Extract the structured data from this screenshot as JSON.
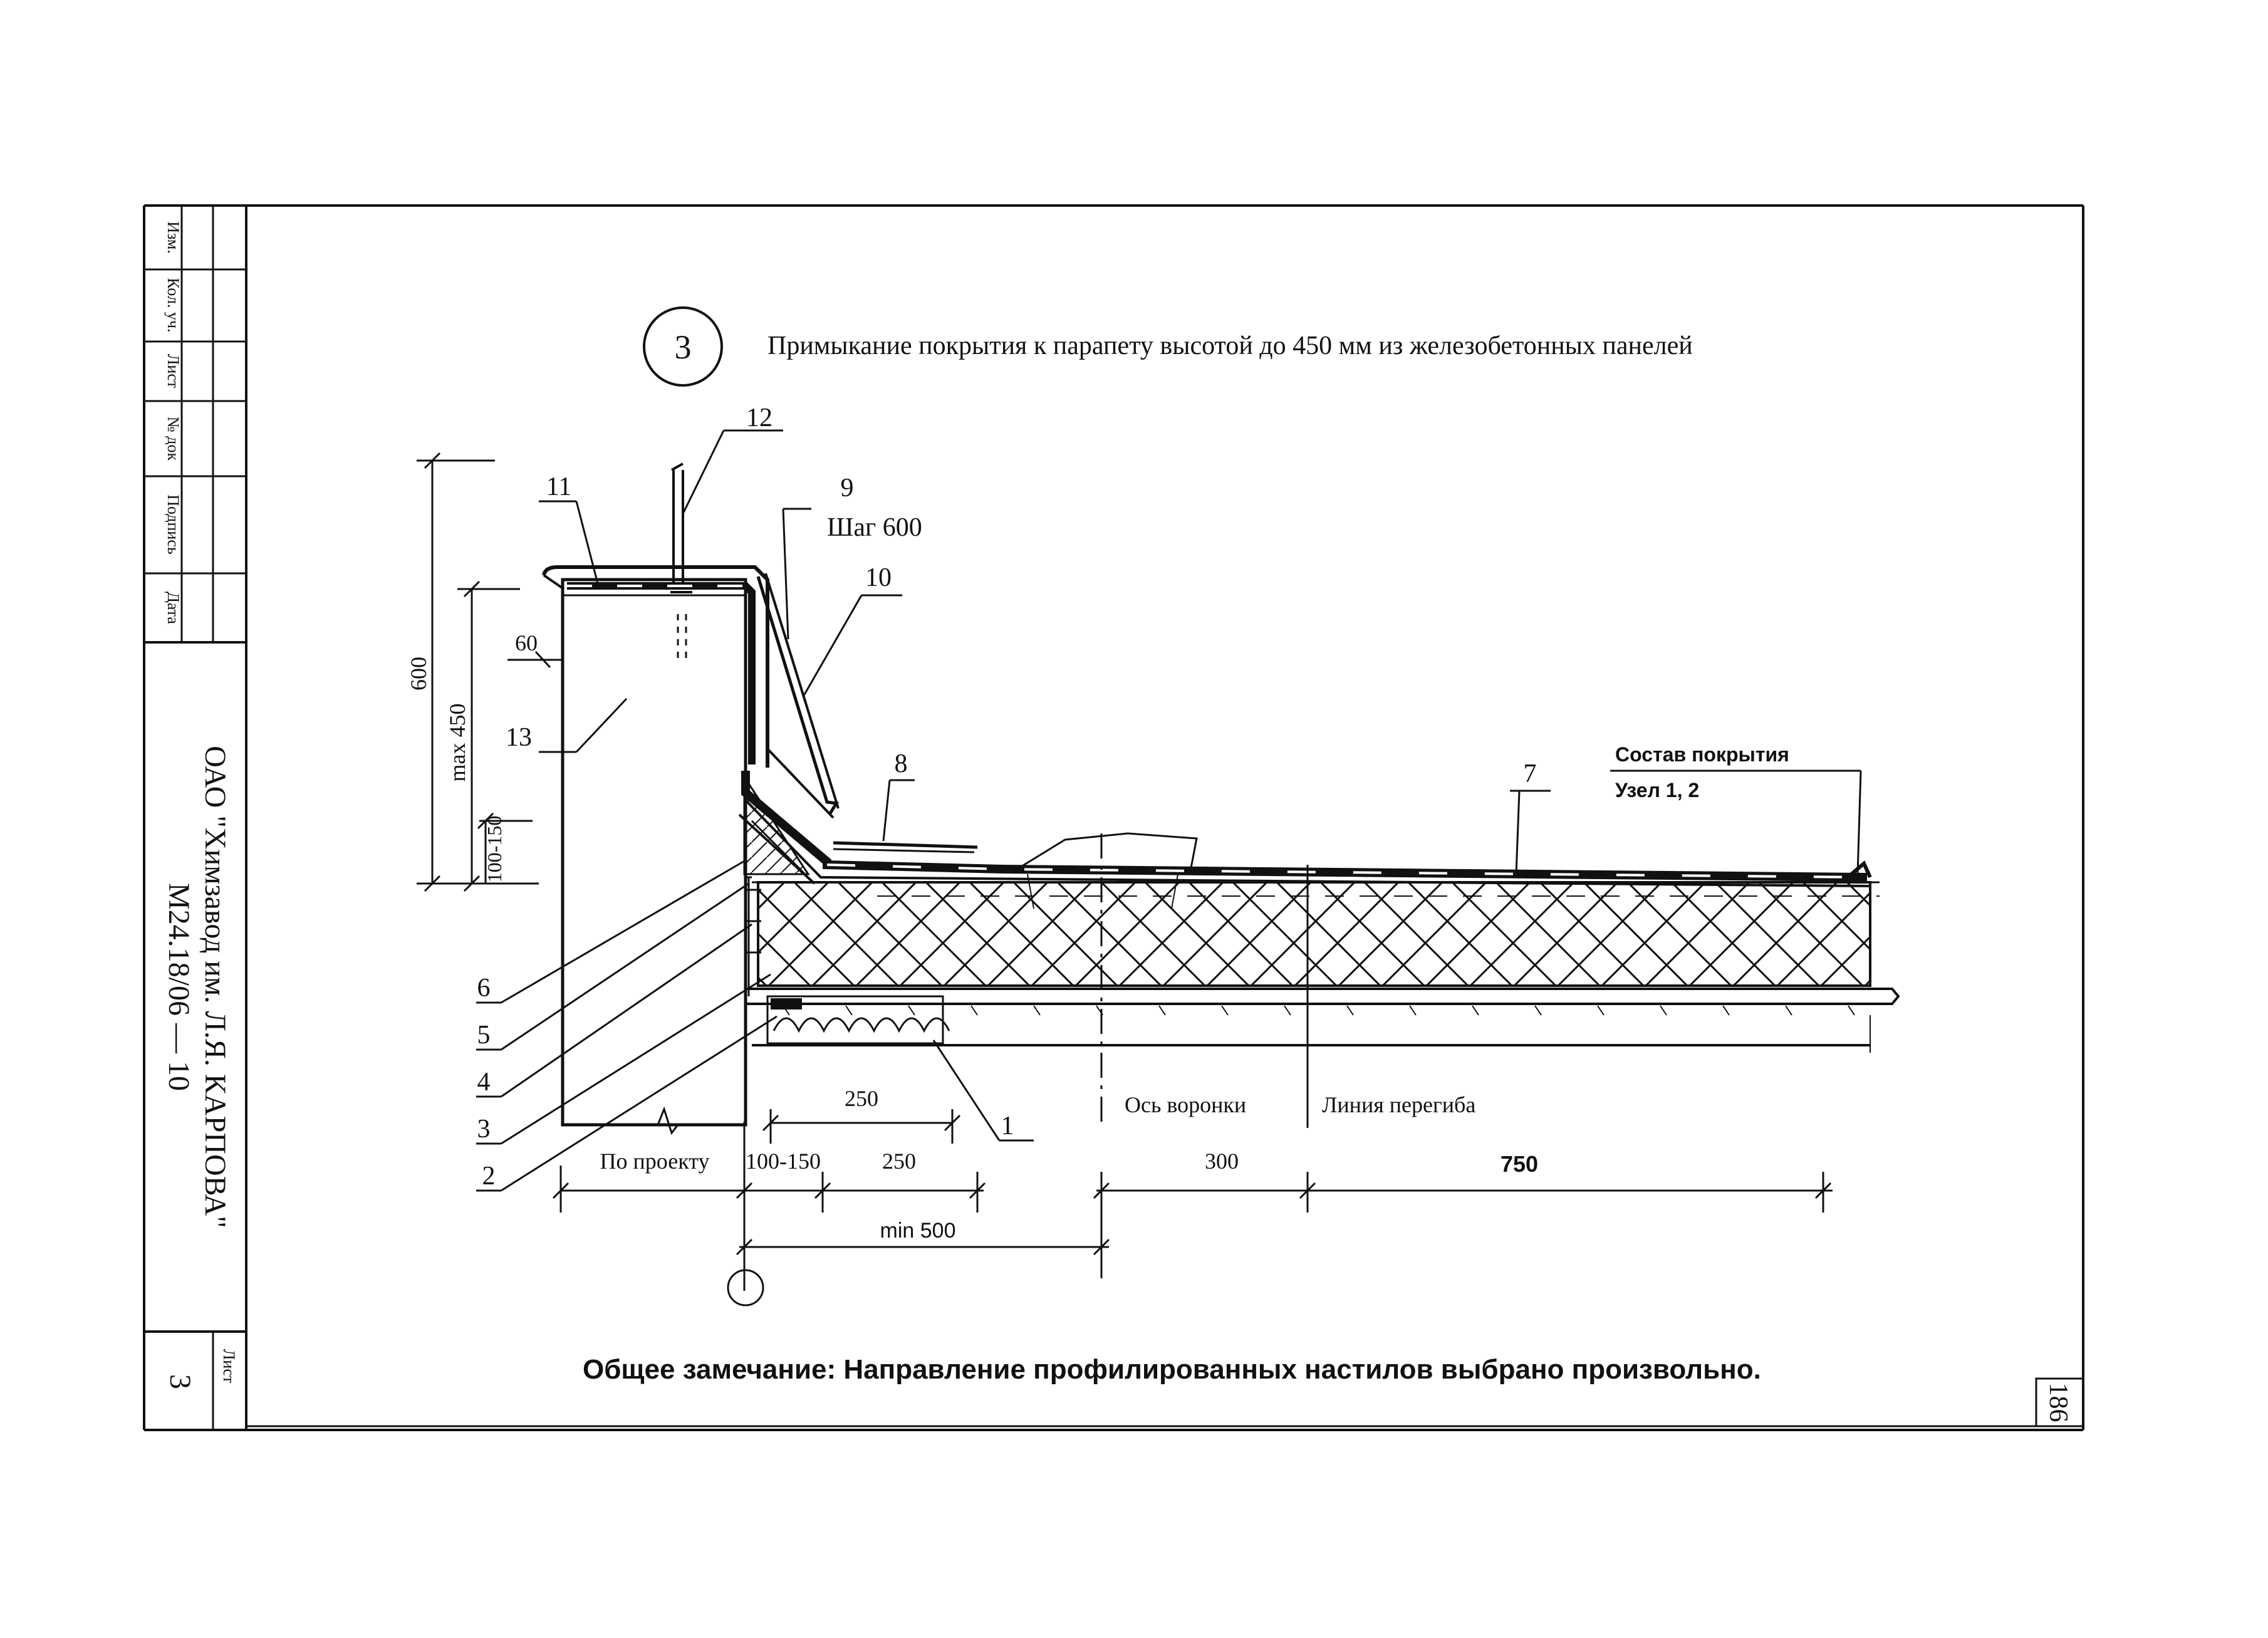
{
  "detail_number": "3",
  "title": "Примыкание покрытия к парапету высотой до 450 мм из железобетонных панелей",
  "stamp": {
    "rows": [
      "Изм.",
      "Кол. уч.",
      "Лист",
      "№ док",
      "Подпись",
      "Дата"
    ],
    "org_line1": "ОАО \"Химзавод им. Л.Я. КАРПОВА\"",
    "org_line2": "М24.18/06 — 10",
    "sheet_label": "Лист",
    "sheet_number": "3"
  },
  "callouts": {
    "c1": "1",
    "c2": "2",
    "c3": "3",
    "c4": "4",
    "c5": "5",
    "c6": "6",
    "c7": "7",
    "c8": "8",
    "c9": "9",
    "c9_note": "Шаг 600",
    "c10": "10",
    "c11": "11",
    "c12": "12",
    "c13": "13"
  },
  "composition": {
    "title": "Состав покрытия",
    "ref": "Узел 1, 2"
  },
  "dimensions": {
    "d600": "600",
    "dmax450": "max 450",
    "d60": "60",
    "d100_150_left": "100-150",
    "d250_top": "250",
    "d_by_project": "По проекту",
    "d100_150": "100-150",
    "d250": "250",
    "d300": "300",
    "d750": "750",
    "dmin500": "min 500"
  },
  "axis_labels": {
    "funnel": "Ось воронки",
    "bend": "Линия перегиба"
  },
  "note": "Общее замечание: Направление профилированных настилов выбрано произвольно.",
  "page_number": "186"
}
